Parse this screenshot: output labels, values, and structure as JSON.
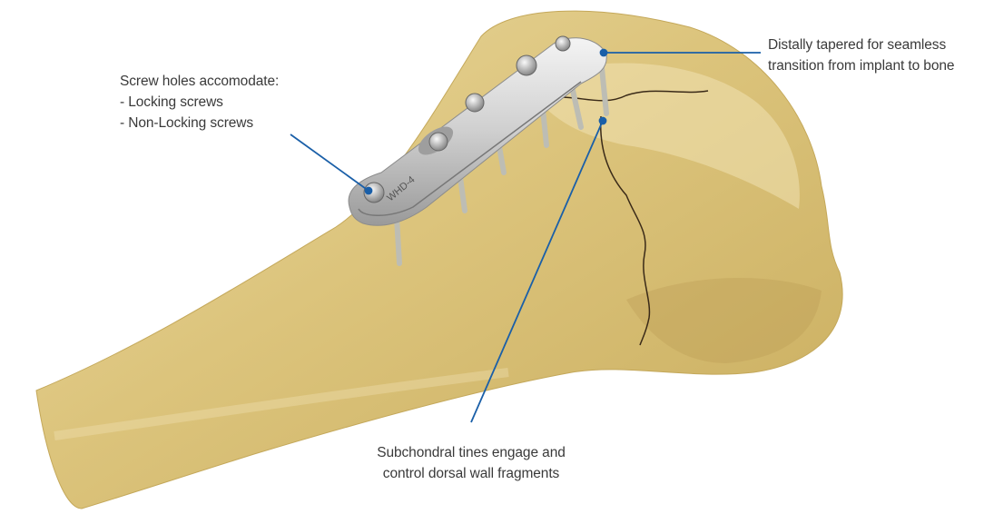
{
  "callouts": {
    "screw_holes": {
      "line1": "Screw holes accomodate:",
      "line2": "- Locking screws",
      "line3": "- Non-Locking screws"
    },
    "distal_taper": {
      "line1": "Distally tapered for seamless",
      "line2": "transition from implant to bone"
    },
    "subchondral_tines": {
      "line1": "Subchondral tines engage and",
      "line2": "control dorsal wall fragments"
    }
  },
  "implant_engraving": "WHD-4",
  "colors": {
    "bone_light": "#e6d294",
    "bone_mid": "#d4bb6c",
    "bone_dark": "#b89a4a",
    "plate_metal": "#d9d9d9",
    "leader_line": "#1a5fa8",
    "fracture_line": "#3a2a18",
    "text": "#3a3a3a"
  }
}
